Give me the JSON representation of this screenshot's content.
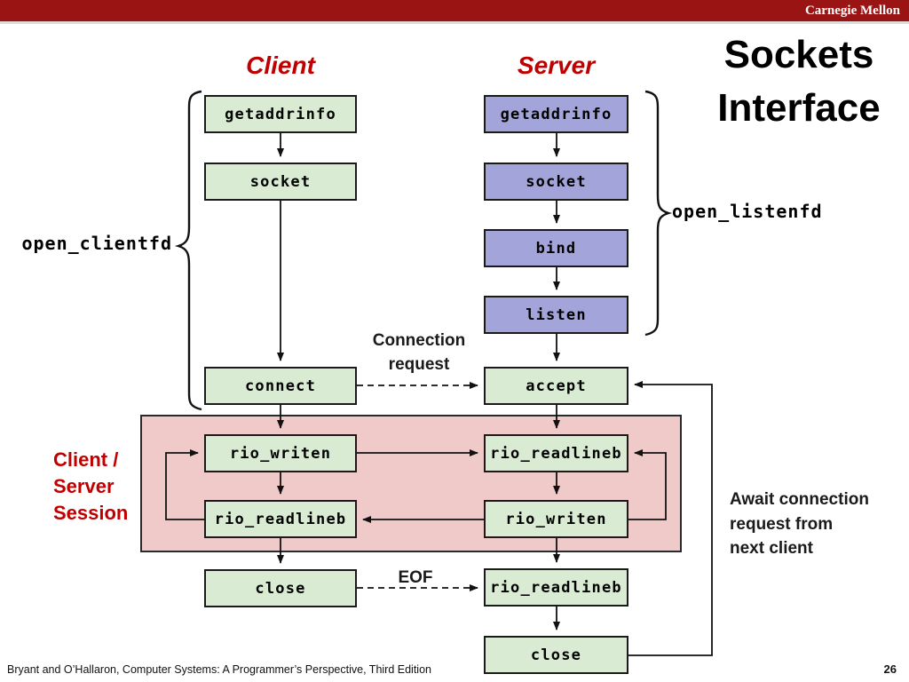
{
  "header": {
    "brand": "Carnegie Mellon",
    "title_line1": "Sockets",
    "title_line2": "Interface"
  },
  "diagram": {
    "client_label": "Client",
    "server_label": "Server",
    "open_clientfd": "open_clientfd",
    "open_listenfd": "open_listenfd",
    "connection_request_line1": "Connection",
    "connection_request_line2": "request",
    "eof_label": "EOF",
    "await_line1": "Await connection",
    "await_line2": "request from",
    "await_line3": "next client",
    "session_line1": "Client /",
    "session_line2": "Server",
    "session_line3": "Session",
    "client_boxes": [
      {
        "label": "getaddrinfo"
      },
      {
        "label": "socket"
      },
      {
        "label": "connect"
      },
      {
        "label": "rio_writen"
      },
      {
        "label": "rio_readlineb"
      },
      {
        "label": "close"
      }
    ],
    "server_boxes": [
      {
        "label": "getaddrinfo"
      },
      {
        "label": "socket"
      },
      {
        "label": "bind"
      },
      {
        "label": "listen"
      },
      {
        "label": "accept"
      },
      {
        "label": "rio_readlineb"
      },
      {
        "label": "rio_writen"
      },
      {
        "label": "rio_readlineb"
      },
      {
        "label": "close"
      }
    ]
  },
  "footer": {
    "citation": "Bryant and O’Hallaron, Computer Systems: A Programmer’s Perspective, Third Edition",
    "page_number": "26"
  },
  "colors": {
    "header_bar": "#9b1414",
    "heading_red": "#c00000",
    "client_box_fill": "#d9ecd3",
    "server_box_fill": "#a3a4d9",
    "session_fill": "#f0c9c9",
    "box_border": "#1a1a1a",
    "line_color": "#111111"
  }
}
